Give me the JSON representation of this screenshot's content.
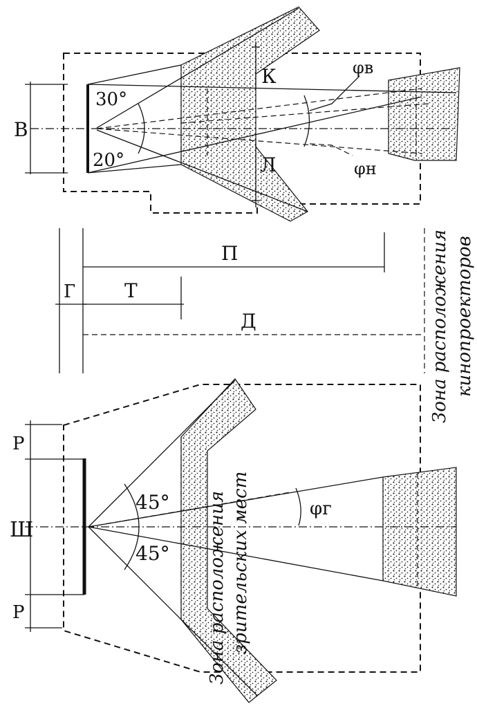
{
  "top": {
    "label_V": "В",
    "label_K": "К",
    "label_L": "Л",
    "angle_up": "30°",
    "angle_down": "20°",
    "phi_v": "φв",
    "phi_n": "φн"
  },
  "middle": {
    "label_P": "П",
    "label_G": "Г",
    "label_T": "Т",
    "label_D": "Д"
  },
  "bottom": {
    "label_R_top": "Р",
    "label_R_bottom": "Р",
    "label_Sh": "Ш",
    "angle_left": "45°",
    "angle_right": "45°",
    "phi_g": "φг",
    "zone_seats_line1": "Зона расположения",
    "zone_seats_line2": "зрительских мест",
    "zone_proj_line1": "Зона расположения",
    "zone_proj_line2": "кинопроекторов"
  }
}
